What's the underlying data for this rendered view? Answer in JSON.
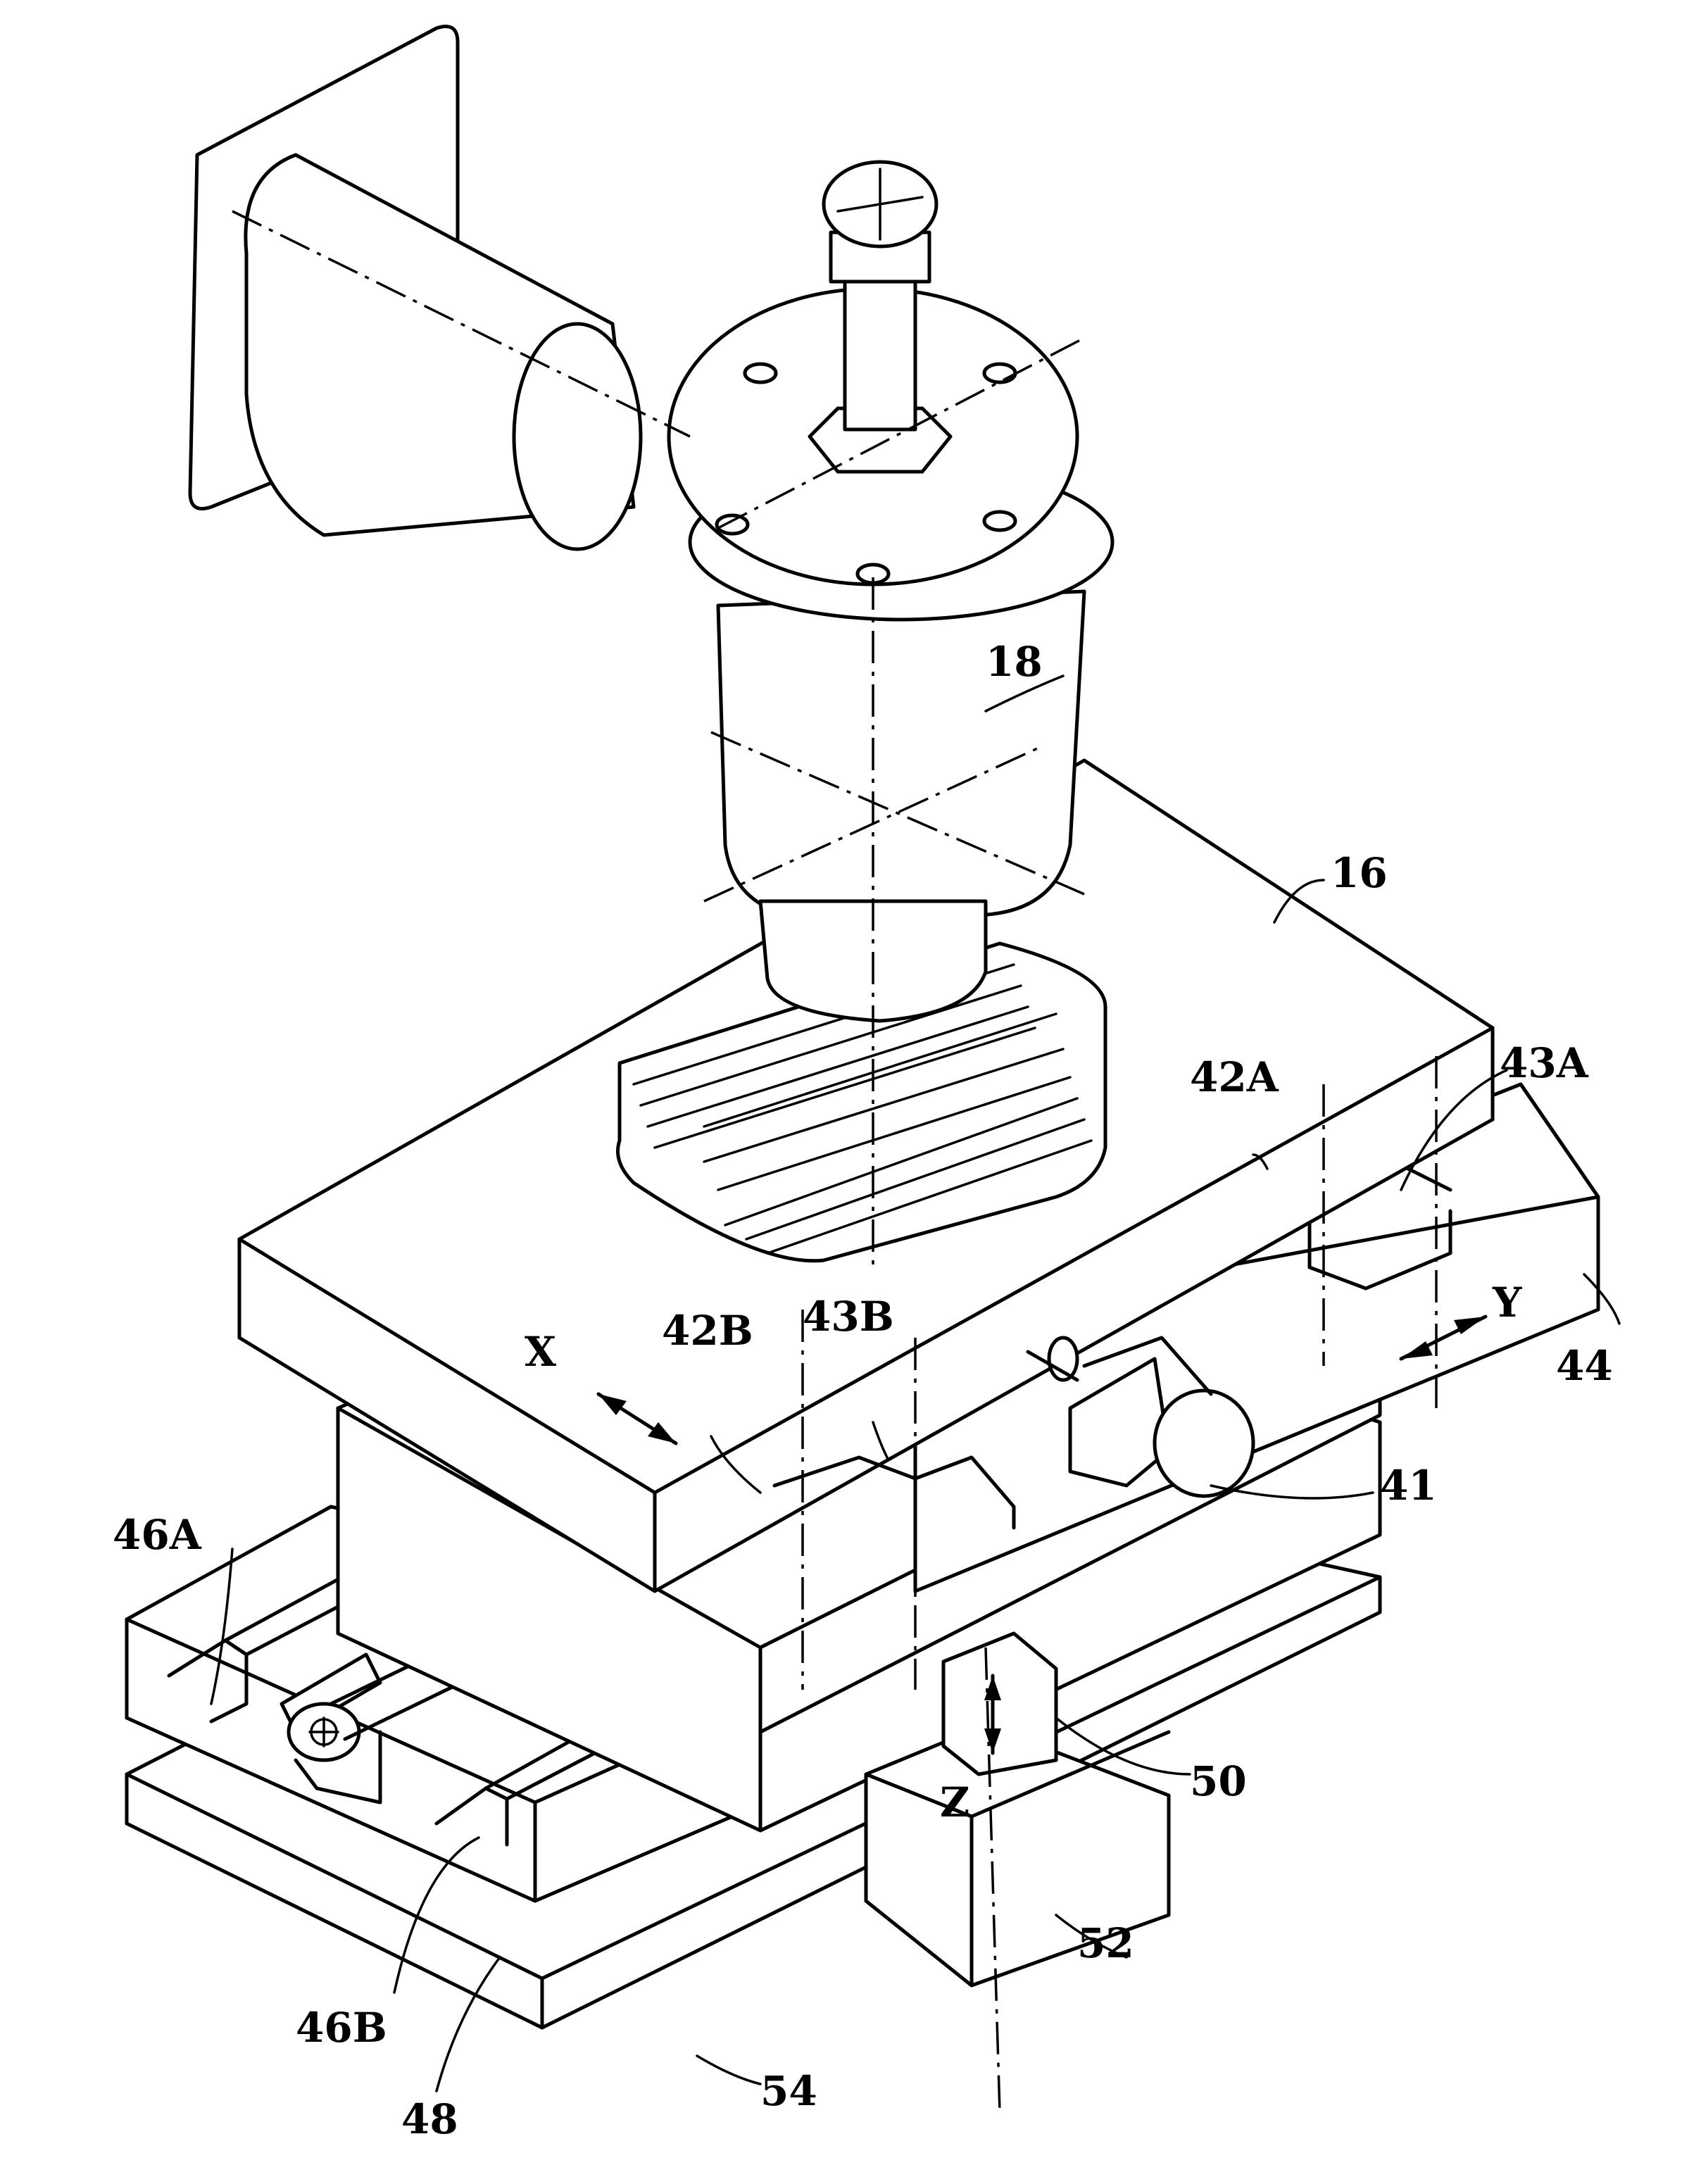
{
  "labels": {
    "l16": "16",
    "l18": "18",
    "l41": "41",
    "l42A": "42A",
    "l43A": "43A",
    "l42B": "42B",
    "l43B": "43B",
    "l44": "44",
    "l46A": "46A",
    "l46B": "46B",
    "l48": "48",
    "l50": "50",
    "l52": "52",
    "l54": "54"
  },
  "axes": {
    "x": "X",
    "y": "Y",
    "z": "Z"
  },
  "colors": {
    "ink": "#000000",
    "paper": "#ffffff"
  }
}
